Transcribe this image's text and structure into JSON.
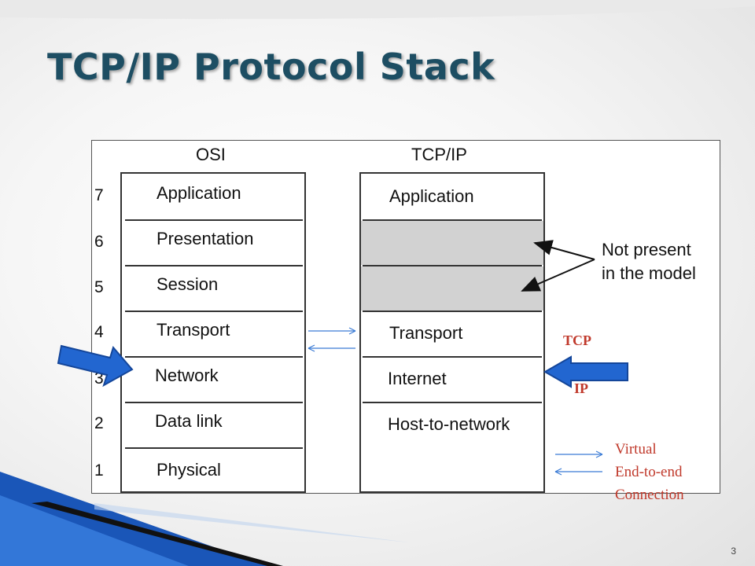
{
  "slide": {
    "title": "TCP/IP Protocol Stack",
    "page_number": "3"
  },
  "figure": {
    "osi_header": "OSI",
    "tcpip_header": "TCP/IP",
    "layer_numbers": [
      "7",
      "6",
      "5",
      "4",
      "3",
      "2",
      "1"
    ],
    "osi_layers": [
      "Application",
      "Presentation",
      "Session",
      "Transport",
      "Network",
      "Data link",
      "Physical"
    ],
    "tcpip_layers": [
      "Application",
      "",
      "",
      "Transport",
      "Internet",
      "Host-to-network",
      ""
    ],
    "note_line1": "Not present",
    "note_line2": "in the model"
  },
  "annotations": {
    "tcp_label": "TCP",
    "ip_label": "IP",
    "legend_line1": "Virtual",
    "legend_line2": "End-to-end",
    "legend_line3": "Connection"
  },
  "colors": {
    "title": "#1d4e63",
    "pointer_arrow": "#1f5fc4",
    "annotation_red": "#c0392b",
    "connection_arrow": "#3a7bd5",
    "grey_cell": "#d2d2d2"
  }
}
